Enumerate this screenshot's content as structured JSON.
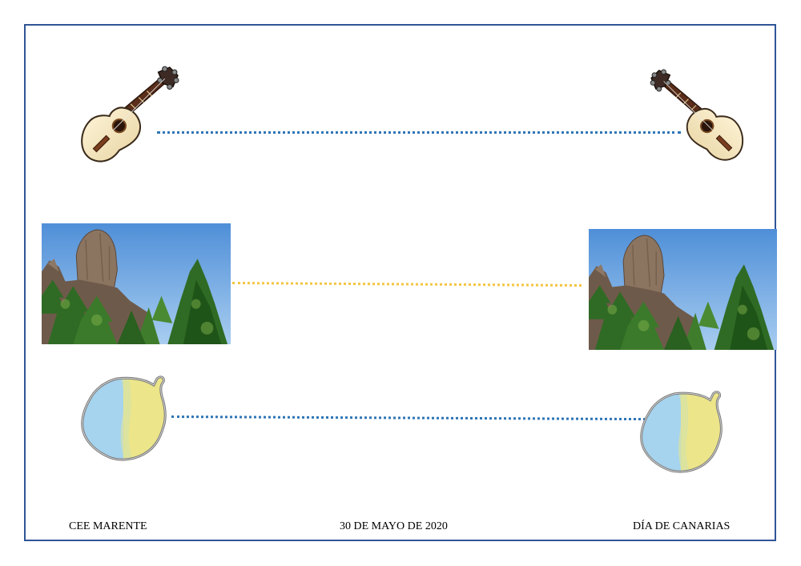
{
  "footer": {
    "left": "CEE MARENTE",
    "center": "30 DE MAYO DE 2020",
    "right": "DÍA DE CANARIAS"
  },
  "rows": [
    {
      "left": "timple-icon",
      "right": "timple-icon",
      "line_color": "#2e75b6"
    },
    {
      "left": "roque-nublo-photo",
      "right": "roque-nublo-photo",
      "line_color": "#f4c542"
    },
    {
      "left": "gran-canaria-map-icon",
      "right": "gran-canaria-map-icon",
      "line_color": "#2e75b6"
    }
  ],
  "colors": {
    "border": "#2f5597",
    "blue_line": "#2e75b6",
    "yellow_line": "#f4c542"
  }
}
